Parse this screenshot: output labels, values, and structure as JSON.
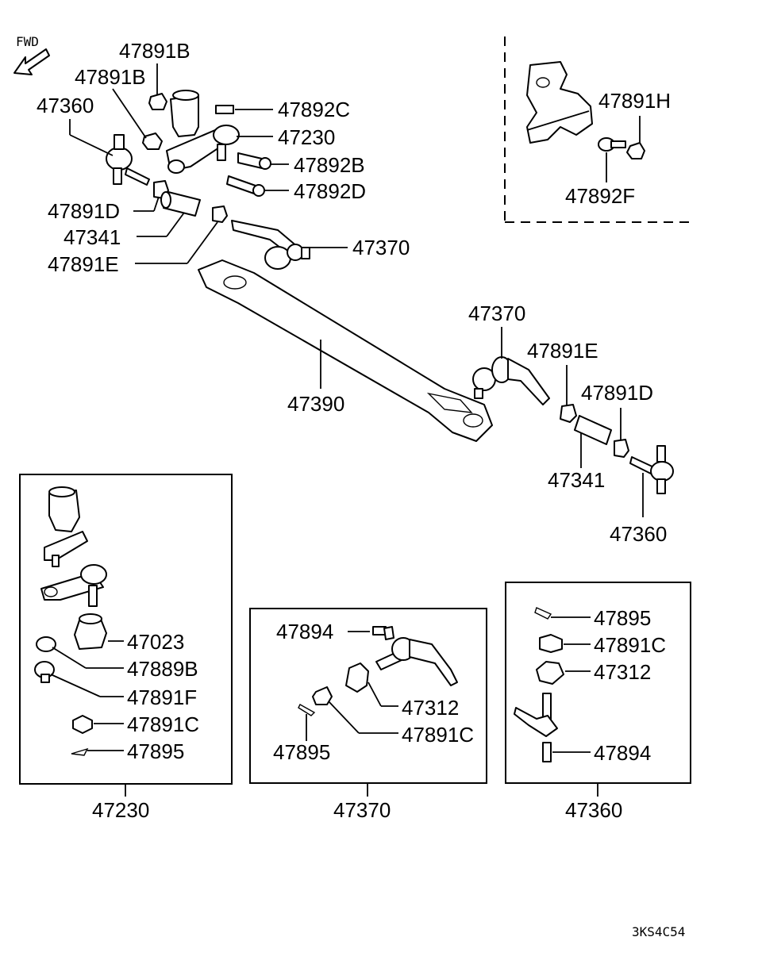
{
  "fwd_label": "FWD",
  "diagram_code": "3KS4C54",
  "main_labels": {
    "p47891b_top": "47891B",
    "p47891b_mid": "47891B",
    "p47360_top": "47360",
    "p47892c": "47892C",
    "p47230": "47230",
    "p47892b": "47892B",
    "p47892d": "47892D",
    "p47891d_left": "47891D",
    "p47341_left": "47341",
    "p47891e_left": "47891E",
    "p47370_left": "47370",
    "p47390": "47390",
    "p47370_right": "47370",
    "p47891e_right": "47891E",
    "p47891d_right": "47891D",
    "p47341_right": "47341",
    "p47360_right": "47360"
  },
  "inset_top_right": {
    "p47891h": "47891H",
    "p47892f": "47892F"
  },
  "box_47230": {
    "caption": "47230",
    "p47023": "47023",
    "p47889b": "47889B",
    "p47891f": "47891F",
    "p47891c": "47891C",
    "p47895": "47895"
  },
  "box_47370": {
    "caption": "47370",
    "p47894": "47894",
    "p47312": "47312",
    "p47891c": "47891C",
    "p47895": "47895"
  },
  "box_47360": {
    "caption": "47360",
    "p47895": "47895",
    "p47891c": "47891C",
    "p47312": "47312",
    "p47894": "47894"
  }
}
